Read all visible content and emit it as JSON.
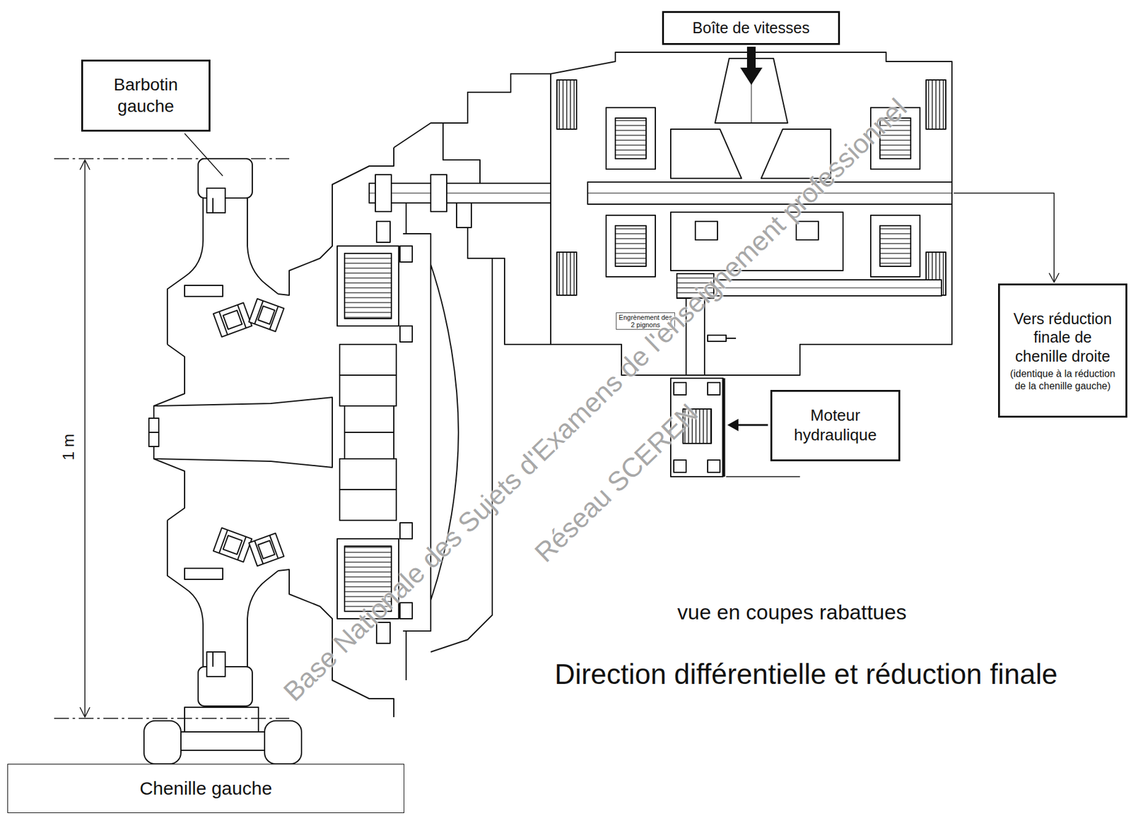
{
  "diagram": {
    "title": "Direction différentielle et réduction finale",
    "nodes": [
      {
        "text": [
          "Barbotin gauche"
        ]
      },
      {
        "text": [
          "Boîte de vitesses"
        ]
      },
      {
        "text": [
          "Vers réduction finale de chenille droite",
          "(identique à la réduction de la chenille gauche)"
        ]
      },
      {
        "text": [
          "Moteur hydraulique"
        ]
      },
      {
        "text": [
          "Chenille gauche"
        ]
      }
    ],
    "labels": [
      "1 m",
      "Engrènement des 2 pignons",
      "vue en coupes rabattues",
      "Base Nationale des Sujets d'Examens de l'enseignement professionnel",
      "Réseau SCEREN"
    ]
  }
}
